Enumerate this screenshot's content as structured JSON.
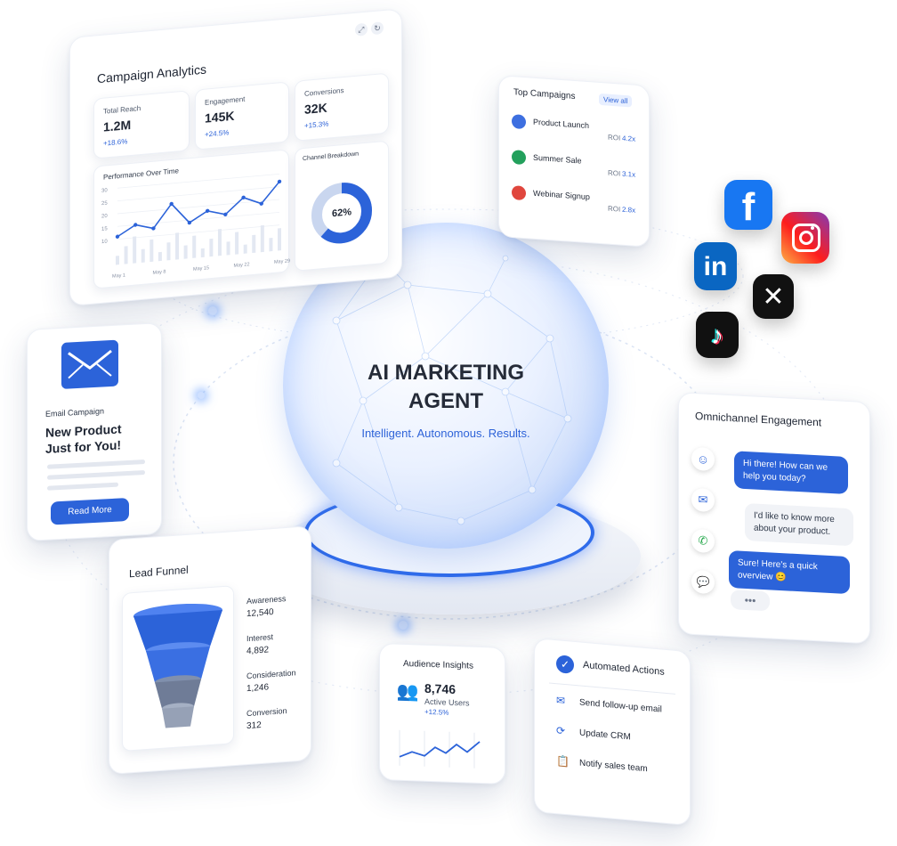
{
  "center": {
    "title_line1": "AI MARKETING",
    "title_line2": "AGENT",
    "tagline": "Intelligent. Autonomous. Results."
  },
  "campaign_analytics": {
    "title": "Campaign Analytics",
    "stats": [
      {
        "label": "Total Reach",
        "value": "1.2M",
        "change": "+18.6%"
      },
      {
        "label": "Engagement",
        "value": "145K",
        "change": "+24.5%"
      },
      {
        "label": "Conversions",
        "value": "32K",
        "change": "+15.3%"
      }
    ],
    "performance": {
      "title": "Performance Over Time",
      "yticks": [
        "30",
        "25",
        "20",
        "15",
        "10"
      ],
      "xticks": [
        "May 1",
        "May 8",
        "May 15",
        "May 22",
        "May 29"
      ]
    },
    "breakdown": {
      "title": "Channel Breakdown",
      "value": "62%",
      "fraction": 0.62
    }
  },
  "chart_data": {
    "type": "line",
    "title": "Performance Over Time",
    "x": [
      "May 1",
      "May 8",
      "May 15",
      "May 22",
      "May 29"
    ],
    "ylim": [
      0,
      30
    ],
    "yticks": [
      10,
      15,
      20,
      25,
      30
    ],
    "values": [
      11,
      15,
      13,
      22,
      14,
      18,
      16,
      22,
      19,
      27
    ]
  },
  "top_campaigns": {
    "title": "Top Campaigns",
    "view_all": "View all",
    "roi_label": "ROI",
    "items": [
      {
        "name": "Product Launch",
        "roi": "4.2x",
        "color": "#3d6fe0"
      },
      {
        "name": "Summer Sale",
        "roi": "3.1x",
        "color": "#23a05c"
      },
      {
        "name": "Webinar Signup",
        "roi": "2.8x",
        "color": "#e0463d"
      }
    ]
  },
  "social": [
    {
      "name": "facebook",
      "icon": "facebook-icon",
      "glyph": "f",
      "color": "#1877f2"
    },
    {
      "name": "instagram",
      "icon": "instagram-icon",
      "glyph": "",
      "color": "#d6249f"
    },
    {
      "name": "linkedin",
      "icon": "linkedin-icon",
      "glyph": "in",
      "color": "#0a66c2"
    },
    {
      "name": "x",
      "icon": "x-icon",
      "glyph": "𝕏",
      "color": "#000000"
    },
    {
      "name": "tiktok",
      "icon": "tiktok-icon",
      "glyph": "♪",
      "color": "#000000"
    }
  ],
  "email": {
    "label": "Email Campaign",
    "headline_line1": "New Product",
    "headline_line2": "Just for You!",
    "button": "Read More"
  },
  "omnichannel": {
    "title": "Omnichannel Engagement",
    "messages": [
      {
        "text": "Hi there! How can we help you today?",
        "side": "out"
      },
      {
        "text": "I'd like to know more about your product.",
        "side": "in"
      },
      {
        "text": "Sure! Here's a quick overview 😊",
        "side": "out"
      }
    ],
    "typing": "•••"
  },
  "lead_funnel": {
    "title": "Lead Funnel",
    "stages": [
      {
        "label": "Awareness",
        "value": "12,540"
      },
      {
        "label": "Interest",
        "value": "4,892"
      },
      {
        "label": "Consideration",
        "value": "1,246"
      },
      {
        "label": "Conversion",
        "value": "312"
      }
    ]
  },
  "audience": {
    "title": "Audience Insights",
    "value": "8,746",
    "label": "Active Users",
    "change": "+12.5%"
  },
  "actions": {
    "title": "Automated Actions",
    "items": [
      {
        "label": "Send follow-up email",
        "icon": "mail-icon"
      },
      {
        "label": "Update CRM",
        "icon": "crm-icon"
      },
      {
        "label": "Notify sales team",
        "icon": "clipboard-icon"
      }
    ]
  },
  "colors": {
    "accent": "#2c63d9",
    "light_accent": "#dfe8fb"
  }
}
